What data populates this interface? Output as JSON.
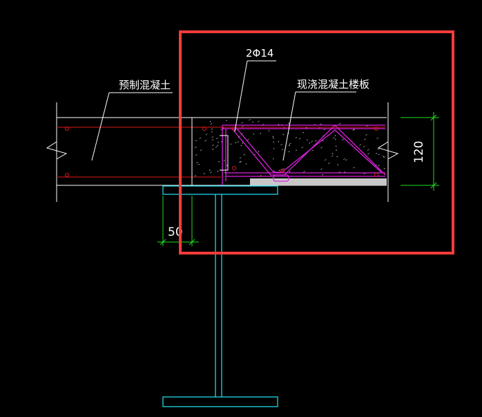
{
  "labels": {
    "precast_concrete": "预制混凝土",
    "rebar_spec": "2Φ14",
    "cast_in_place_slab": "现浇混凝土楼板",
    "slab_thickness": "120",
    "bearing_width": "50"
  },
  "colors": {
    "background": "#000000",
    "line_white": "#ffffff",
    "rebar_red": "#e01818",
    "truss_magenta": "#e020e0",
    "steel_cyan": "#20d8e8",
    "dimension_green": "#20e020",
    "highlight_box": "#ff3b3b",
    "formwork_gray": "#c8c8c8"
  }
}
